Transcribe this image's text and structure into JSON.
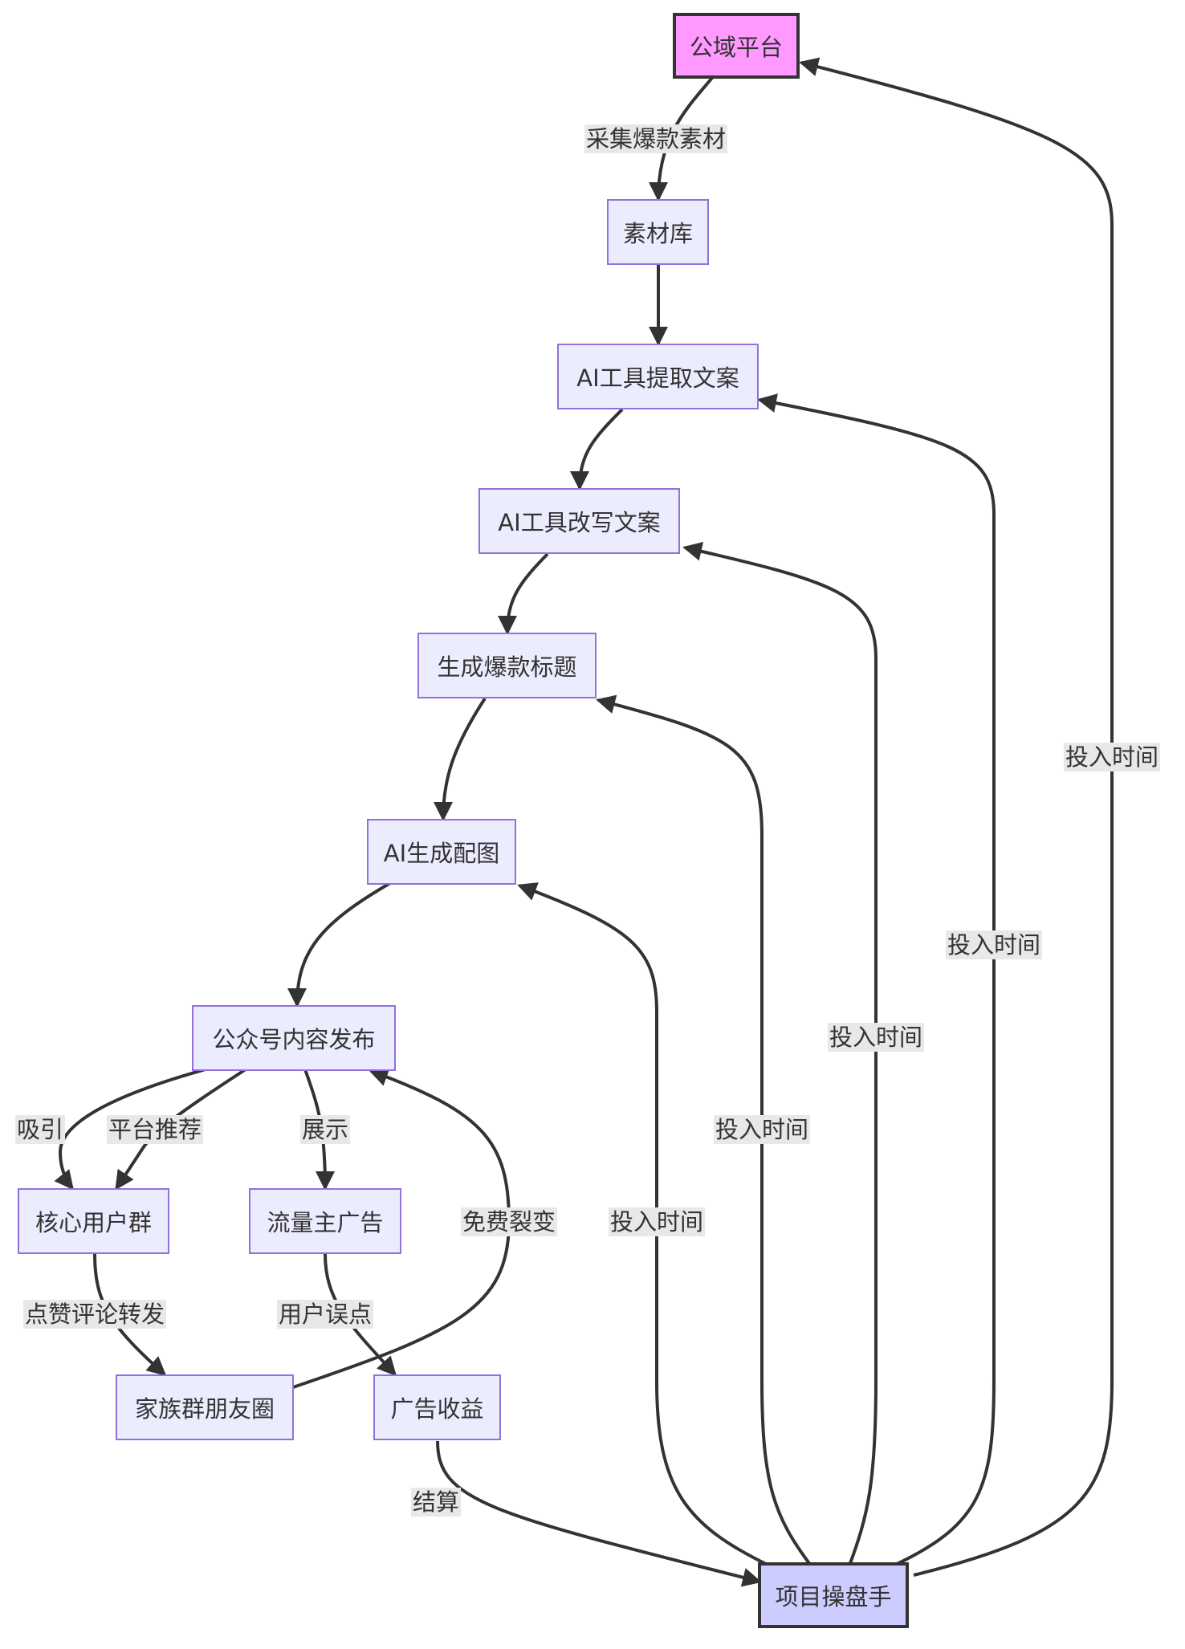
{
  "nodes": {
    "public_platform": "公域平台",
    "material_library": "素材库",
    "ai_extract": "AI工具提取文案",
    "ai_rewrite": "AI工具改写文案",
    "hot_title": "生成爆款标题",
    "ai_image": "AI生成配图",
    "publish": "公众号内容发布",
    "core_users": "核心用户群",
    "traffic_ads": "流量主广告",
    "family_groups": "家族群朋友圈",
    "ad_revenue": "广告收益",
    "operator": "项目操盘手"
  },
  "edges": {
    "collect": "采集爆款素材",
    "attract": "吸引",
    "recommend": "平台推荐",
    "display": "展示",
    "fission": "免费裂变",
    "engage": "点赞评论转发",
    "misclick": "用户误点",
    "settle": "结算",
    "time1": "投入时间",
    "time2": "投入时间",
    "time3": "投入时间",
    "time4": "投入时间",
    "time5": "投入时间"
  },
  "colors": {
    "node_fill": "#ececff",
    "node_border": "#9370db",
    "highlight_fill": "#ff99ff",
    "operator_fill": "#ccccff",
    "edge": "#333333",
    "label_bg": "#e8e8e8"
  }
}
